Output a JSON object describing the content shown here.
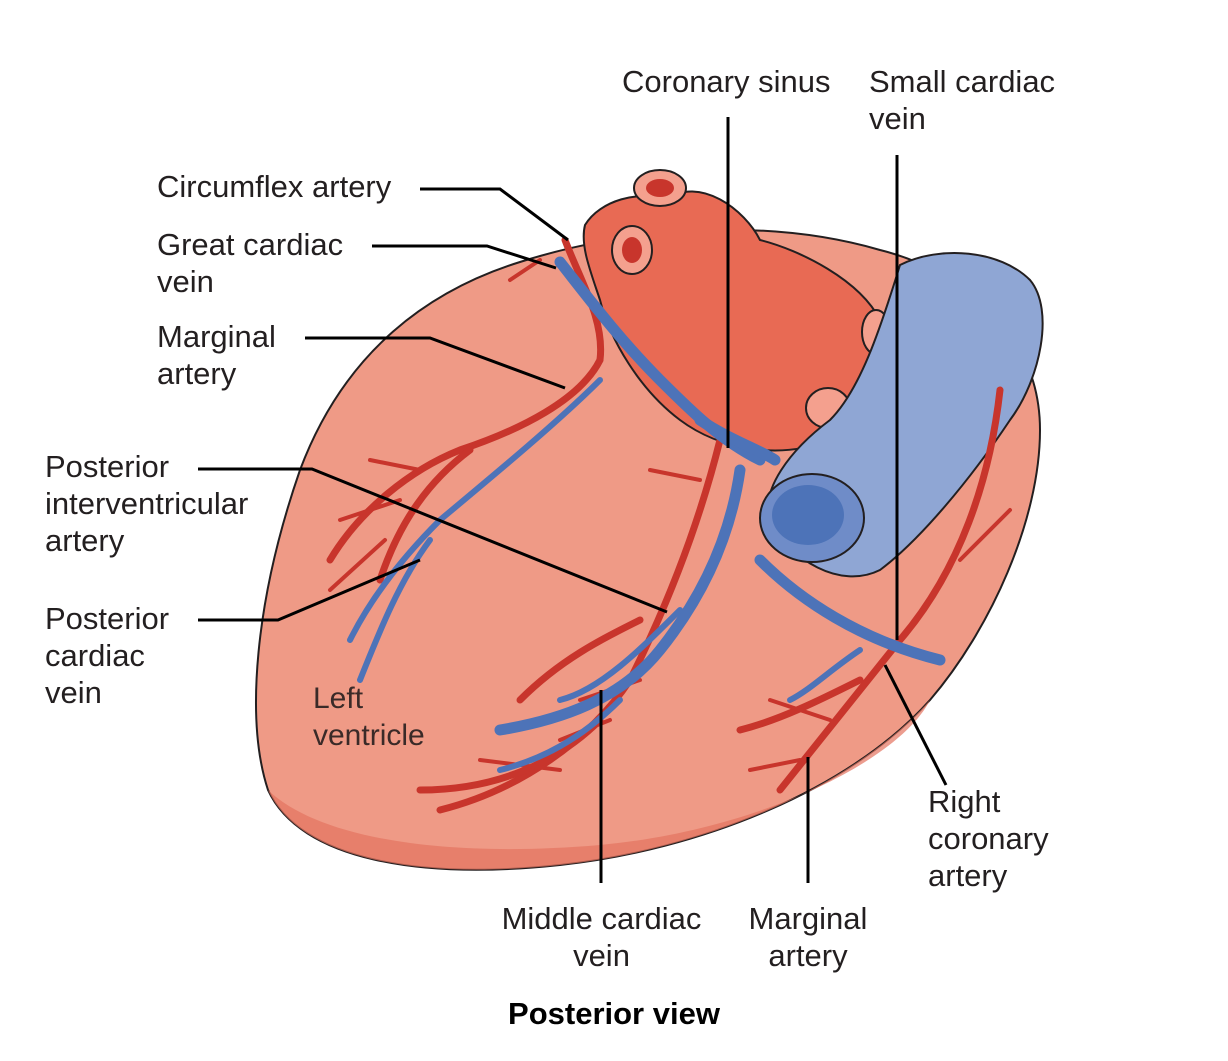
{
  "labels": {
    "coronary_sinus": "Coronary sinus",
    "small_cardiac_vein": [
      "Small cardiac",
      "vein"
    ],
    "circumflex_artery": "Circumflex artery",
    "great_cardiac_vein": [
      "Great cardiac",
      "vein"
    ],
    "marginal_artery_left": [
      "Marginal",
      "artery"
    ],
    "posterior_interventricular_artery": [
      "Posterior",
      "interventricular",
      "artery"
    ],
    "posterior_cardiac_vein": [
      "Posterior",
      "cardiac",
      "vein"
    ],
    "left_ventricle": [
      "Left",
      "ventricle"
    ],
    "middle_cardiac_vein": [
      "Middle cardiac",
      "vein"
    ],
    "marginal_artery_right": [
      "Marginal",
      "artery"
    ],
    "right_coronary_artery": [
      "Right",
      "coronary",
      "artery"
    ]
  },
  "caption": "Posterior view",
  "colors": {
    "heart": "#ef9a86",
    "heart_dark": "#e4745f",
    "aorta": "#e86a54",
    "artery": "#c8352c",
    "vein": "#4d73b8",
    "vena_cava": "#8fa6d4",
    "leader": "#000000"
  }
}
